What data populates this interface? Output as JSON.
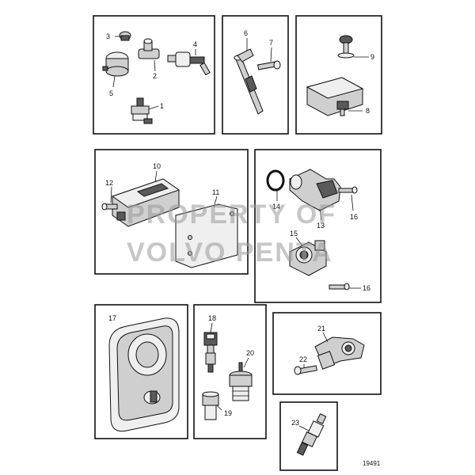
{
  "figure_number": "19491",
  "watermark": {
    "line1": "PROPERTY OF",
    "line2": "VOLVO PENTA"
  },
  "callouts": [
    "1",
    "2",
    "3",
    "4",
    "5",
    "6",
    "7",
    "8",
    "9",
    "10",
    "11",
    "12",
    "13",
    "14",
    "15",
    "16",
    "16",
    "17",
    "18",
    "19",
    "20",
    "21",
    "22",
    "23"
  ]
}
